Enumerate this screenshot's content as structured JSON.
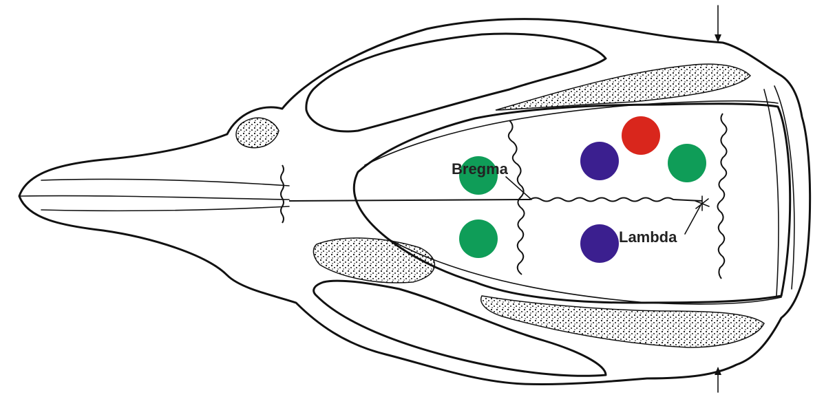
{
  "labels": {
    "bregma": "Bregma",
    "lambda": "Lambda"
  },
  "markers": [
    {
      "id": "marker-green-left-upper",
      "color": "#0f9d58"
    },
    {
      "id": "marker-green-left-lower",
      "color": "#0f9d58"
    },
    {
      "id": "marker-blue-upper",
      "color": "#3b1f8f"
    },
    {
      "id": "marker-blue-lower",
      "color": "#3b1f8f"
    },
    {
      "id": "marker-red",
      "color": "#d9261c"
    },
    {
      "id": "marker-green-right",
      "color": "#0f9d58"
    }
  ],
  "colors": {
    "green": "#0f9d58",
    "blue": "#3b1f8f",
    "red": "#d9261c",
    "ink": "#111111"
  }
}
